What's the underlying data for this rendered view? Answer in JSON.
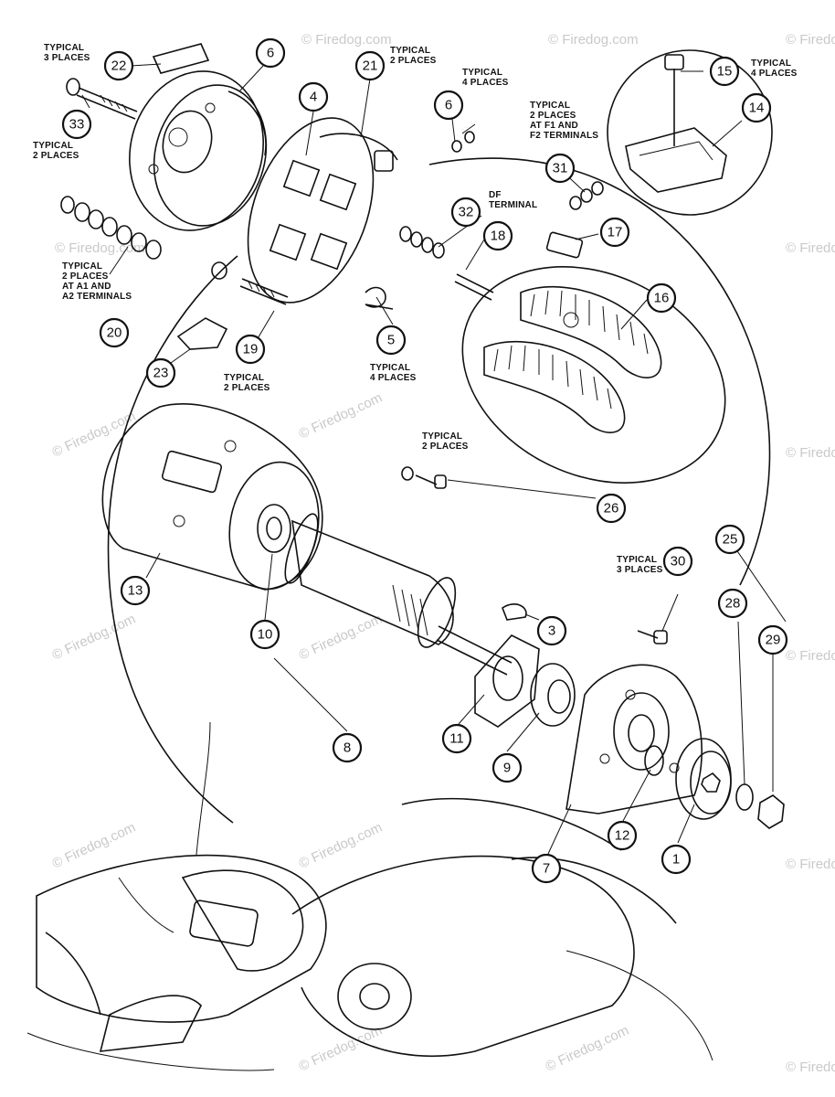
{
  "callouts": [
    {
      "id": "c1",
      "label": "1"
    },
    {
      "id": "c3",
      "label": "3"
    },
    {
      "id": "c4",
      "label": "4"
    },
    {
      "id": "c5",
      "label": "5"
    },
    {
      "id": "c6a",
      "label": "6"
    },
    {
      "id": "c6b",
      "label": "6"
    },
    {
      "id": "c7",
      "label": "7"
    },
    {
      "id": "c8",
      "label": "8"
    },
    {
      "id": "c9",
      "label": "9"
    },
    {
      "id": "c10",
      "label": "10"
    },
    {
      "id": "c11",
      "label": "11"
    },
    {
      "id": "c12",
      "label": "12"
    },
    {
      "id": "c13",
      "label": "13"
    },
    {
      "id": "c14",
      "label": "14"
    },
    {
      "id": "c15",
      "label": "15"
    },
    {
      "id": "c16",
      "label": "16"
    },
    {
      "id": "c17",
      "label": "17"
    },
    {
      "id": "c18",
      "label": "18"
    },
    {
      "id": "c19",
      "label": "19"
    },
    {
      "id": "c20",
      "label": "20"
    },
    {
      "id": "c21",
      "label": "21"
    },
    {
      "id": "c22",
      "label": "22"
    },
    {
      "id": "c23",
      "label": "23"
    },
    {
      "id": "c25",
      "label": "25"
    },
    {
      "id": "c26",
      "label": "26"
    },
    {
      "id": "c28",
      "label": "28"
    },
    {
      "id": "c29",
      "label": "29"
    },
    {
      "id": "c30",
      "label": "30"
    },
    {
      "id": "c31",
      "label": "31"
    },
    {
      "id": "c32",
      "label": "32"
    },
    {
      "id": "c33",
      "label": "33"
    }
  ],
  "notes": {
    "typical_3_places": [
      "TYPICAL",
      "3 PLACES"
    ],
    "typical_2_places_21": [
      "TYPICAL",
      "2 PLACES"
    ],
    "typical_4_places_6": [
      "TYPICAL",
      "4 PLACES"
    ],
    "typical_4_places_15": [
      "TYPICAL",
      "4 PLACES"
    ],
    "typical_2_places_33": [
      "TYPICAL",
      "2 PLACES"
    ],
    "typical_2_places_f_terminals": [
      "TYPICAL",
      "2 PLACES",
      "AT F1 AND",
      "F2 TERMINALS"
    ],
    "df_terminal": [
      "DF",
      "TERMINAL"
    ],
    "typical_2_places_a_terminals": [
      "TYPICAL",
      "2 PLACES",
      "AT A1 AND",
      "A2 TERMINALS"
    ],
    "typical_4_places_5": [
      "TYPICAL",
      "4 PLACES"
    ],
    "typical_2_places_19": [
      "TYPICAL",
      "2 PLACES"
    ],
    "typical_2_places_26": [
      "TYPICAL",
      "2 PLACES"
    ],
    "typical_3_places_30": [
      "TYPICAL",
      "3 PLACES"
    ]
  },
  "watermark": "© Firedog.com"
}
